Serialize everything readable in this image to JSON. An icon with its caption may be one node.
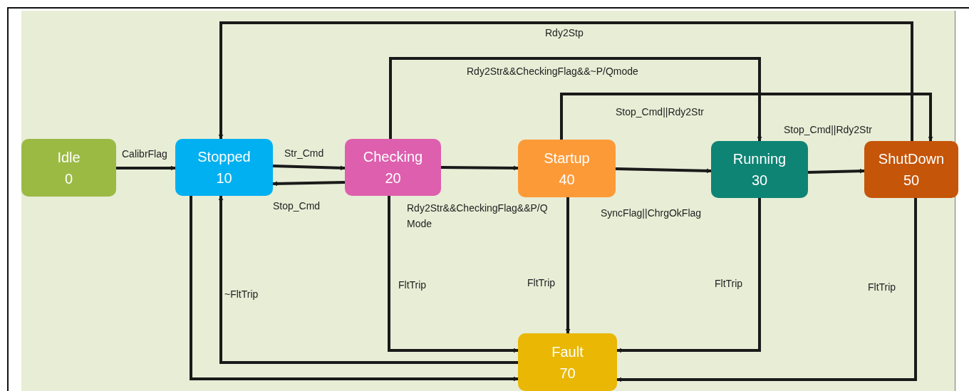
{
  "diagram": {
    "nodes": [
      {
        "text": [
          "Idle",
          "0"
        ]
      },
      {
        "text": [
          "Stopped",
          "10"
        ]
      },
      {
        "text": [
          "Checking",
          "20"
        ]
      },
      {
        "text": [
          "Startup",
          "40"
        ]
      },
      {
        "text": [
          "Running",
          "30"
        ]
      },
      {
        "text": [
          "ShutDown",
          "50"
        ]
      },
      {
        "text": [
          "Fault",
          "70"
        ]
      }
    ],
    "edges": [
      {
        "from": 0,
        "to": 1,
        "arrow": "to",
        "label": "CalibrFlag"
      },
      {
        "from": 1,
        "to": 2,
        "arrow": "to",
        "label": "Str_Cmd"
      },
      {
        "from": 2,
        "to": 1,
        "arrow": "to",
        "label": "Stop_Cmd"
      },
      {
        "from": 2,
        "to": 3,
        "arrow": "to",
        "label": "Rdy2Str&&CheckingFlag&&P/QMode"
      },
      {
        "from": 3,
        "to": 4,
        "arrow": "to",
        "label": "SyncFlag||ChrgOkFlag"
      },
      {
        "from": 4,
        "to": 5,
        "arrow": "to",
        "label": "Stop_Cmd||Rdy2Str"
      },
      {
        "from": 5,
        "to": 1,
        "arrow": "to",
        "label": "Rdy2Stp"
      },
      {
        "from": 2,
        "to": 4,
        "arrow": "to",
        "label": "Rdy2Str&&CheckingFlag&&~P/Qmode"
      },
      {
        "from": 3,
        "to": 5,
        "arrow": "to",
        "label": "Stop_Cmd||Rdy2Str"
      },
      {
        "from": 2,
        "to": 6,
        "arrow": "to",
        "label": "FltTrip"
      },
      {
        "from": 3,
        "to": 6,
        "arrow": "to",
        "label": "FltTrip"
      },
      {
        "from": 4,
        "to": 6,
        "arrow": "to",
        "label": "FltTrip"
      },
      {
        "from": 5,
        "to": 6,
        "arrow": "to",
        "label": "FltTrip"
      },
      {
        "from": 6,
        "to": 1,
        "arrow": "to",
        "label": "~FltTrip"
      },
      {
        "from": 1,
        "to": 6,
        "arrow": "to"
      }
    ]
  }
}
